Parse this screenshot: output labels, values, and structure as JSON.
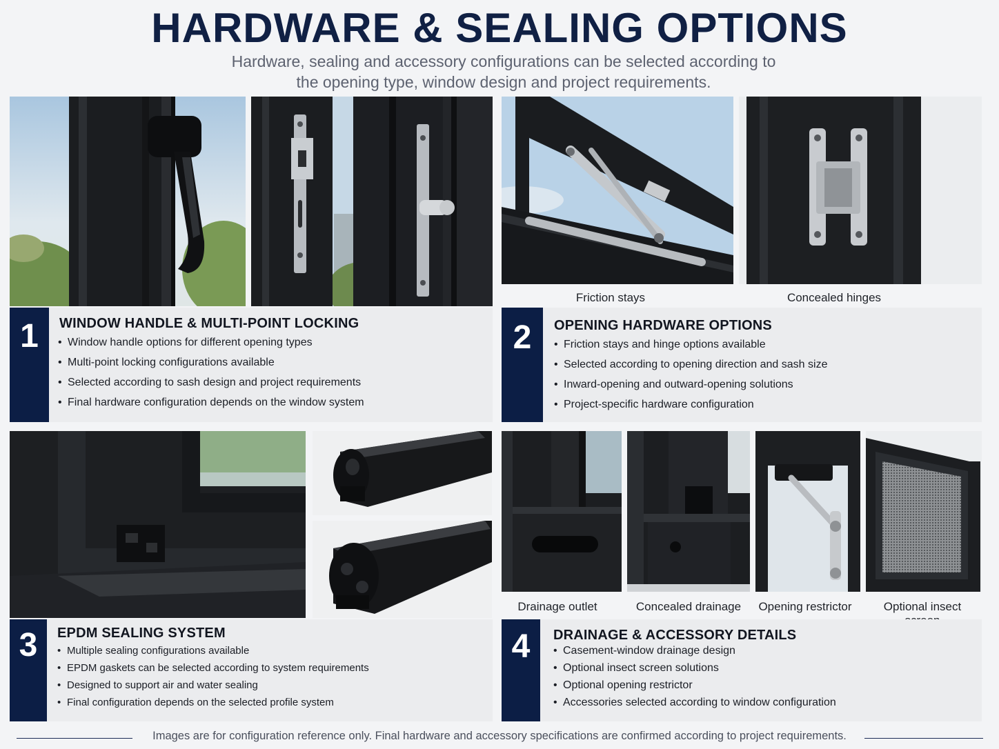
{
  "header": {
    "title": "HARDWARE & SEALING OPTIONS",
    "subtitle_line1": "Hardware, sealing and accessory configurations can be selected according to",
    "subtitle_line2": "the opening type, window design and project requirements."
  },
  "sections": [
    {
      "number": "1",
      "title": "WINDOW HANDLE & MULTI-POINT LOCKING",
      "bullets": [
        "Window handle options for different opening types",
        "Multi-point locking configurations available",
        "Selected according to sash design and project requirements",
        "Final hardware configuration depends on the window system"
      ],
      "image_icons": [
        "window-handle-photo",
        "multi-point-lock-photo"
      ]
    },
    {
      "number": "2",
      "title": "OPENING HARDWARE OPTIONS",
      "captions": [
        "Friction stays",
        "Concealed hinges"
      ],
      "bullets": [
        "Friction stays and hinge options available",
        "Selected according to opening direction and sash size",
        "Inward-opening and outward-opening solutions",
        "Project-specific hardware configuration"
      ],
      "image_icons": [
        "friction-stay-photo",
        "concealed-hinge-photo"
      ]
    },
    {
      "number": "3",
      "title": "EPDM SEALING SYSTEM",
      "bullets": [
        "Multiple sealing configurations available",
        "EPDM gaskets can be selected according to system requirements",
        "Designed to support air and water sealing",
        "Final configuration depends on the selected profile system"
      ],
      "image_icons": [
        "frame-corner-gasket-photo",
        "epdm-gasket-photo-1",
        "epdm-gasket-photo-2"
      ]
    },
    {
      "number": "4",
      "title": "DRAINAGE & ACCESSORY DETAILS",
      "captions": [
        "Drainage outlet",
        "Concealed drainage",
        "Opening restrictor",
        "Optional insect screen"
      ],
      "bullets": [
        "Casement-window drainage design",
        "Optional insect screen solutions",
        "Optional opening restrictor",
        "Accessories selected according to window configuration"
      ],
      "image_icons": [
        "drainage-outlet-photo",
        "concealed-drainage-photo",
        "opening-restrictor-photo",
        "insect-screen-photo"
      ]
    }
  ],
  "footer": {
    "note": "Images are for configuration reference only. Final hardware and accessory specifications are confirmed according to project requirements."
  },
  "colors": {
    "navy": "#0c1e45",
    "title": "#102044",
    "frame_black": "#1c1e21",
    "steel": "#b9bcc0",
    "sky": "#bcd3e6",
    "foliage": "#6e8f52"
  }
}
